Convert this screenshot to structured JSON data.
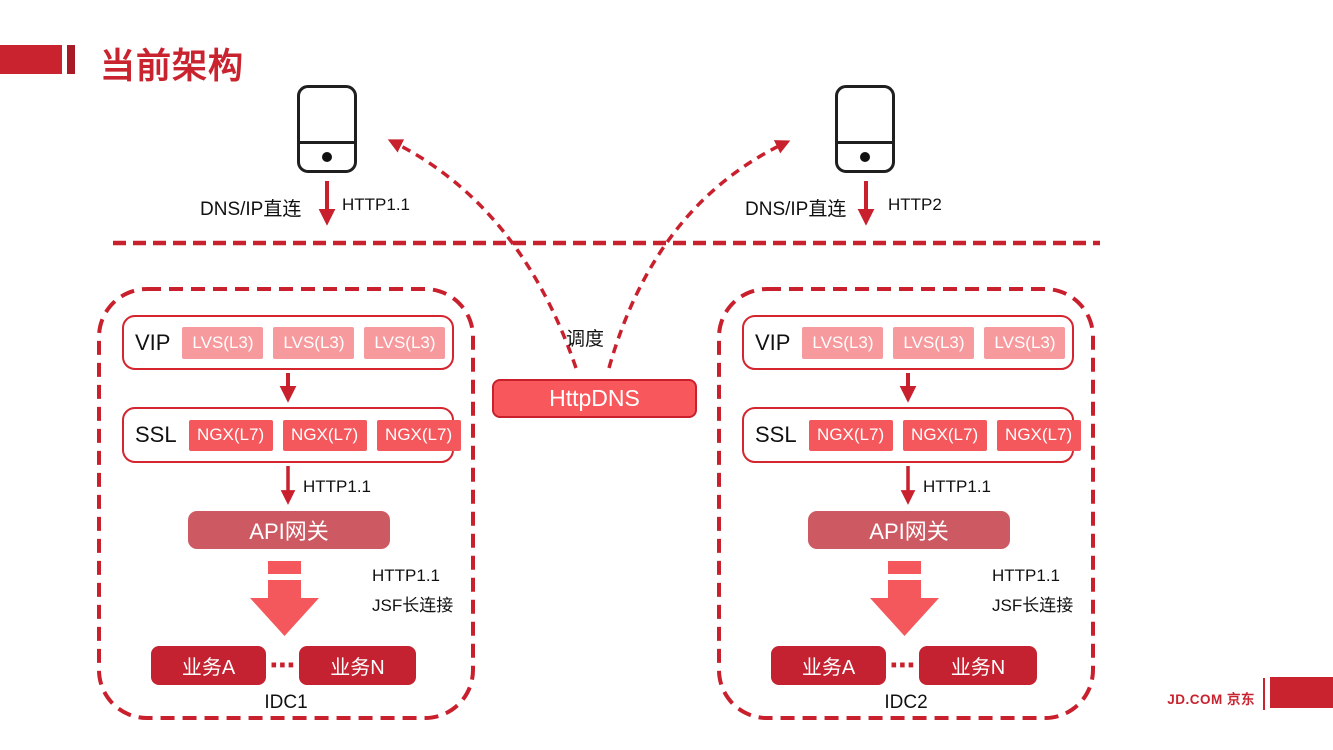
{
  "slide": {
    "title": "当前架构"
  },
  "clients": {
    "left": {
      "dns_label": "DNS/IP直连",
      "protocol_label": "HTTP1.1"
    },
    "right": {
      "dns_label": "DNS/IP直连",
      "protocol_label": "HTTP2"
    }
  },
  "scheduler": {
    "label": "HttpDNS",
    "dispatch_label": "调度"
  },
  "idc1": {
    "name": "IDC1",
    "vip_label": "VIP",
    "lvs": [
      "LVS(L3)",
      "LVS(L3)",
      "LVS(L3)"
    ],
    "ssl_label": "SSL",
    "ngx": [
      "NGX(L7)",
      "NGX(L7)",
      "NGX(L7)"
    ],
    "http_label": "HTTP1.1",
    "gateway_label": "API网关",
    "flow_label_1": "HTTP1.1",
    "flow_label_2": "JSF长连接",
    "service_a": "业务A",
    "ellipsis": "⋯",
    "service_n": "业务N"
  },
  "idc2": {
    "name": "IDC2",
    "vip_label": "VIP",
    "lvs": [
      "LVS(L3)",
      "LVS(L3)",
      "LVS(L3)"
    ],
    "ssl_label": "SSL",
    "ngx": [
      "NGX(L7)",
      "NGX(L7)",
      "NGX(L7)"
    ],
    "http_label": "HTTP1.1",
    "gateway_label": "API网关",
    "flow_label_1": "HTTP1.1",
    "flow_label_2": "JSF长连接",
    "service_a": "业务A",
    "ellipsis": "⋯",
    "service_n": "业务N"
  },
  "footer": {
    "logo": "JD.COM 京东"
  },
  "colors": {
    "brand_red": "#c8232e",
    "line_red": "#c9202e",
    "coral": "#f8585c",
    "salmon_chip": "#f4585c",
    "pink_chip": "#f79a9e",
    "rose_gateway": "#cd5a63",
    "deep_red_service": "#c42231",
    "accent_bar_dark": "#a81b26",
    "text_black": "#1a1a1a"
  }
}
